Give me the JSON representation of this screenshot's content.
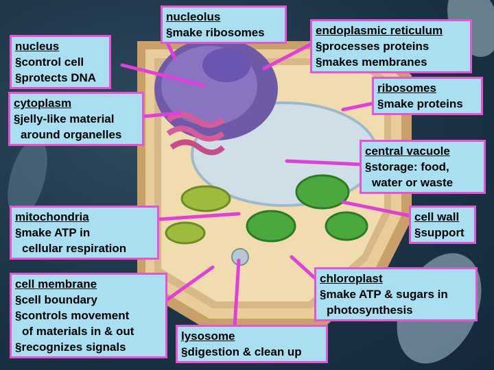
{
  "labels": {
    "nucleolus": {
      "title": "nucleolus",
      "lines": [
        "§make ribosomes"
      ]
    },
    "nucleus": {
      "title": "nucleus",
      "lines": [
        "§control cell",
        "§protects DNA"
      ]
    },
    "er": {
      "title": "endoplasmic reticulum",
      "lines": [
        "§processes proteins",
        "§makes membranes"
      ]
    },
    "ribosomes": {
      "title": "ribosomes",
      "lines": [
        "§make proteins"
      ]
    },
    "cytoplasm": {
      "title": "cytoplasm",
      "lines": [
        "§jelly-like material",
        "around organelles"
      ]
    },
    "vacuole": {
      "title": "central vacuole",
      "lines": [
        "§storage: food,",
        "water or waste"
      ]
    },
    "mitochondria": {
      "title": "mitochondria",
      "lines": [
        "§make ATP in",
        "cellular respiration"
      ]
    },
    "cellwall": {
      "title": "cell wall",
      "lines": [
        "§support"
      ]
    },
    "membrane": {
      "title": "cell membrane",
      "lines": [
        "§cell boundary",
        "§controls movement",
        "of materials in & out",
        "§recognizes signals"
      ]
    },
    "chloroplast": {
      "title": "chloroplast",
      "lines": [
        "§make ATP & sugars in",
        "photosynthesis"
      ]
    },
    "lysosome": {
      "title": "lysosome",
      "lines": [
        "§digestion & clean up"
      ]
    }
  },
  "colors": {
    "label_bg": "#a9dff0",
    "label_border": "#e455d6",
    "pointer": "#e040d8",
    "background": "#1d3346"
  }
}
